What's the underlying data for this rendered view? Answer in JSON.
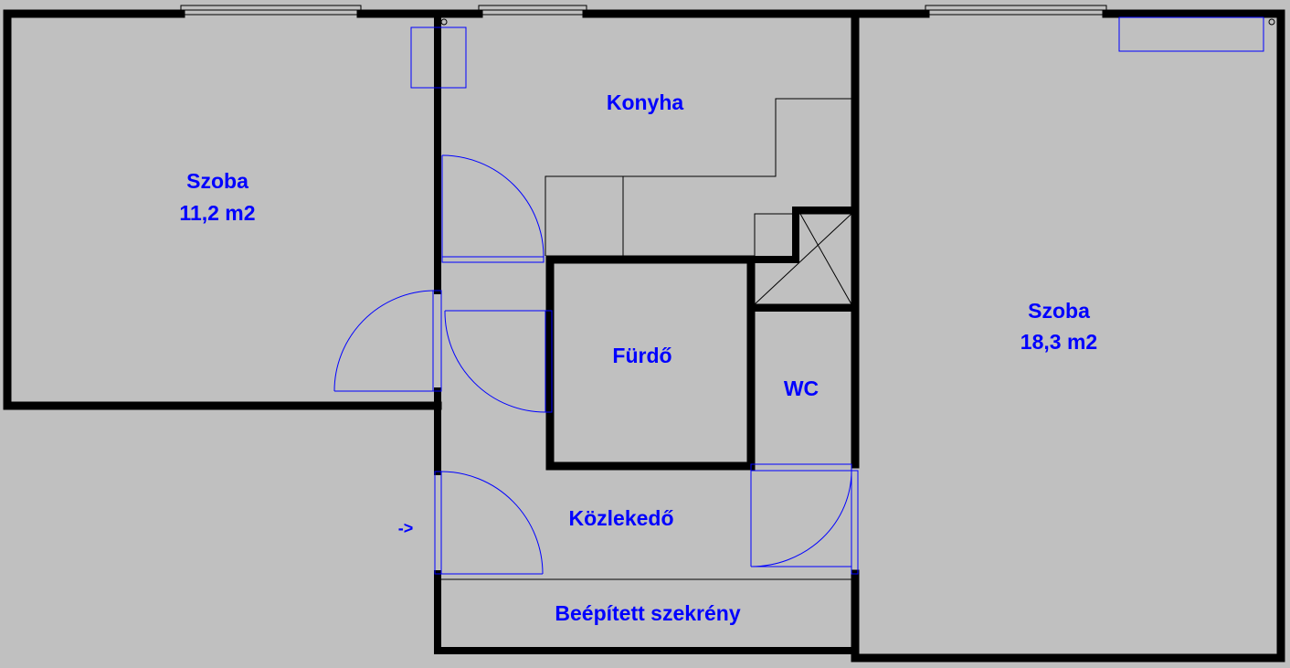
{
  "colors": {
    "background": "#c0c0c0",
    "walls": "#000000",
    "labels": "#0000ff",
    "doors": "#0000ff"
  },
  "rooms": {
    "szoba_left": {
      "name": "Szoba",
      "area": "11,2 m2"
    },
    "konyha": {
      "name": "Konyha"
    },
    "furdo": {
      "name": "Fürdő"
    },
    "wc": {
      "name": "WC"
    },
    "kozlekedo": {
      "name": "Közlekedő"
    },
    "szekreny": {
      "name": "Beépített szekrény"
    },
    "szoba_right": {
      "name": "Szoba",
      "area": "18,3 m2"
    }
  },
  "entrance_arrow": "->"
}
